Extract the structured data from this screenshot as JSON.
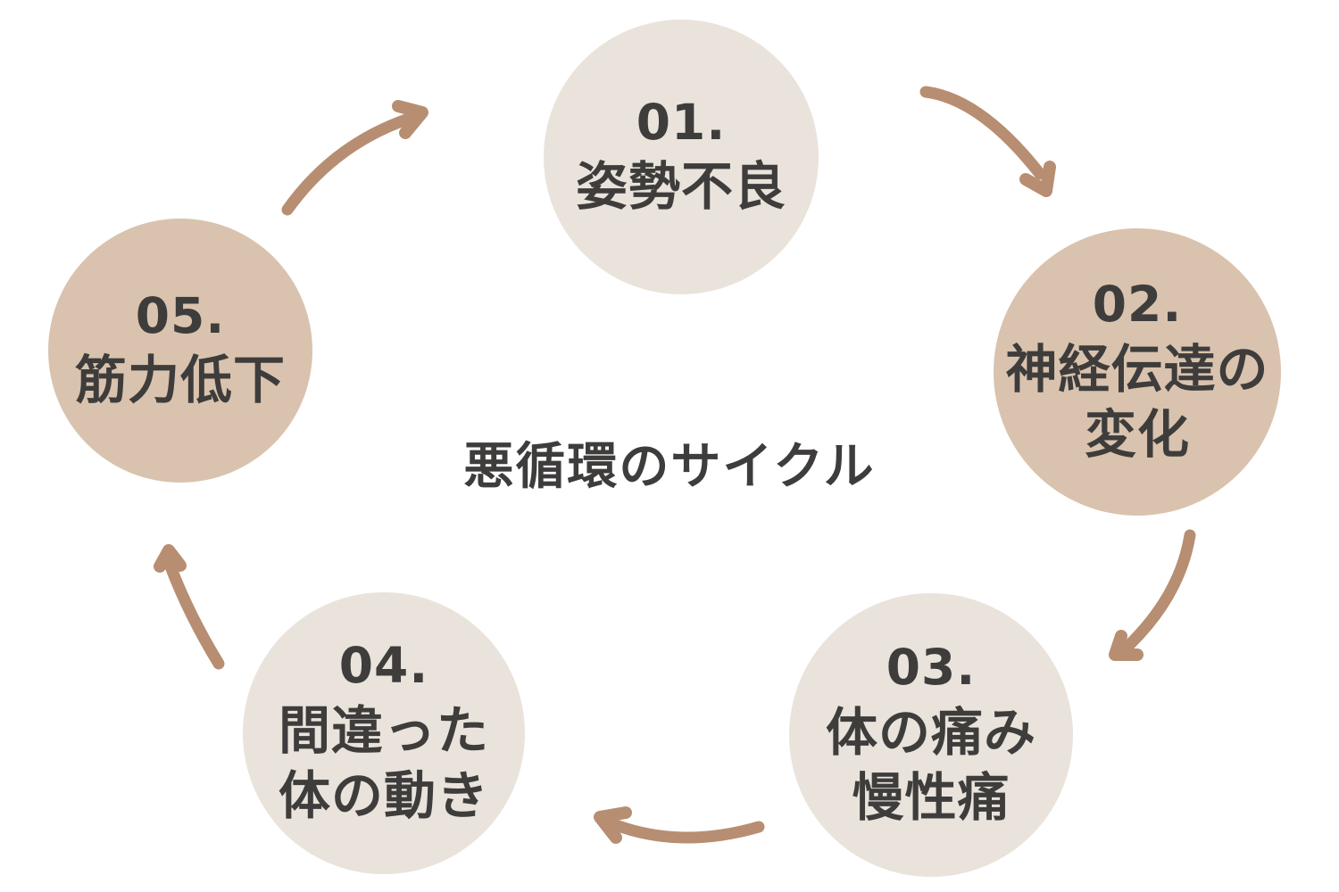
{
  "title": "悪循環のサイクル",
  "colors": {
    "background": "#ffffff",
    "circle_light": "#e9e3dc",
    "circle_tan": "#d9c3ae",
    "arrow": "#b78e71",
    "text": "#3e3d3c"
  },
  "steps": [
    {
      "number": "01.",
      "label": "姿勢不良",
      "tone": "light"
    },
    {
      "number": "02.",
      "label": "神経伝達の\n変化",
      "tone": "tan"
    },
    {
      "number": "03.",
      "label": "体の痛み\n慢性痛",
      "tone": "light"
    },
    {
      "number": "04.",
      "label": "間違った\n体の動き",
      "tone": "light"
    },
    {
      "number": "05.",
      "label": "筋力低下",
      "tone": "tan"
    }
  ],
  "arrows": [
    {
      "name": "arrow-05-to-01",
      "direction": "up-right"
    },
    {
      "name": "arrow-01-to-02",
      "direction": "down-right"
    },
    {
      "name": "arrow-02-to-03",
      "direction": "down-left"
    },
    {
      "name": "arrow-03-to-04",
      "direction": "left"
    },
    {
      "name": "arrow-04-to-05",
      "direction": "up"
    }
  ]
}
